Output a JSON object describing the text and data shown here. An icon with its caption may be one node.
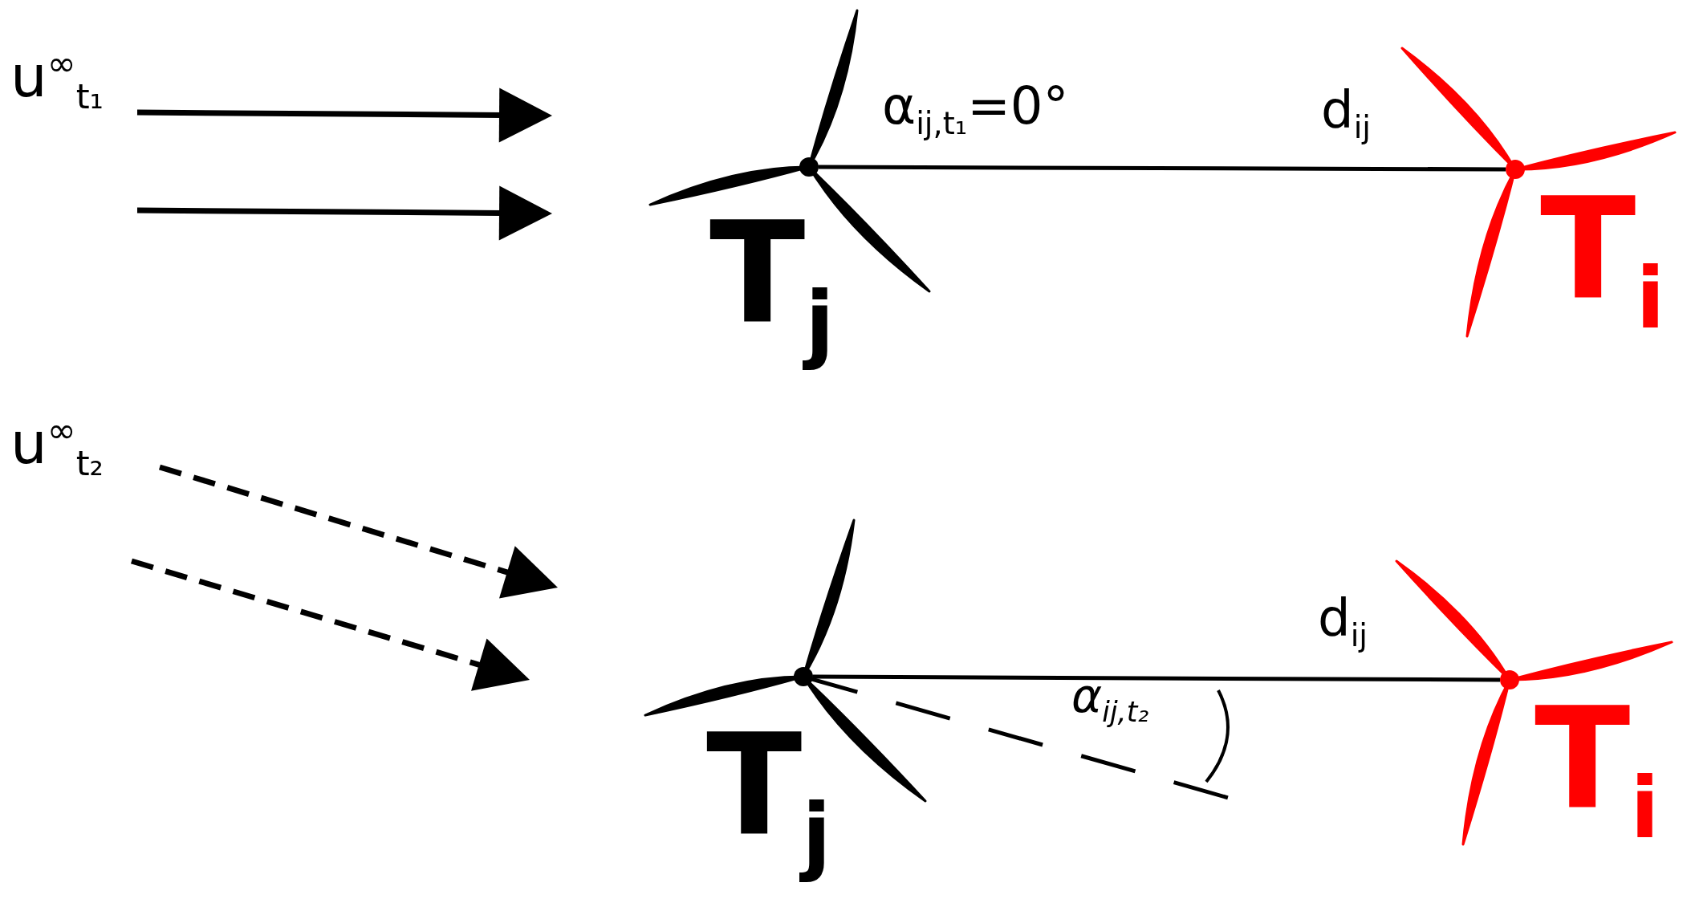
{
  "diagram": {
    "nodes": [
      {
        "text": [
          "T$_{j}$"
        ]
      },
      {
        "text": [
          "T$_{i}$"
        ]
      },
      {
        "text": [
          "T$_{j}$"
        ]
      },
      {
        "text": [
          "T$_{i}$"
        ]
      }
    ],
    "edges": [
      {
        "from": 0,
        "to": 1,
        "arrow": "none",
        "label": "d$_{ij}$"
      },
      {
        "from": 2,
        "to": 3,
        "arrow": "none",
        "label": "d$_{ij}$"
      }
    ],
    "labels": [
      "u$^{∞}$$_{t₁}$",
      "α$_{ij,t₁}$=0°",
      "u$^{∞}$$_{t₂}$",
      "α$_{ij,t₂}$"
    ]
  }
}
